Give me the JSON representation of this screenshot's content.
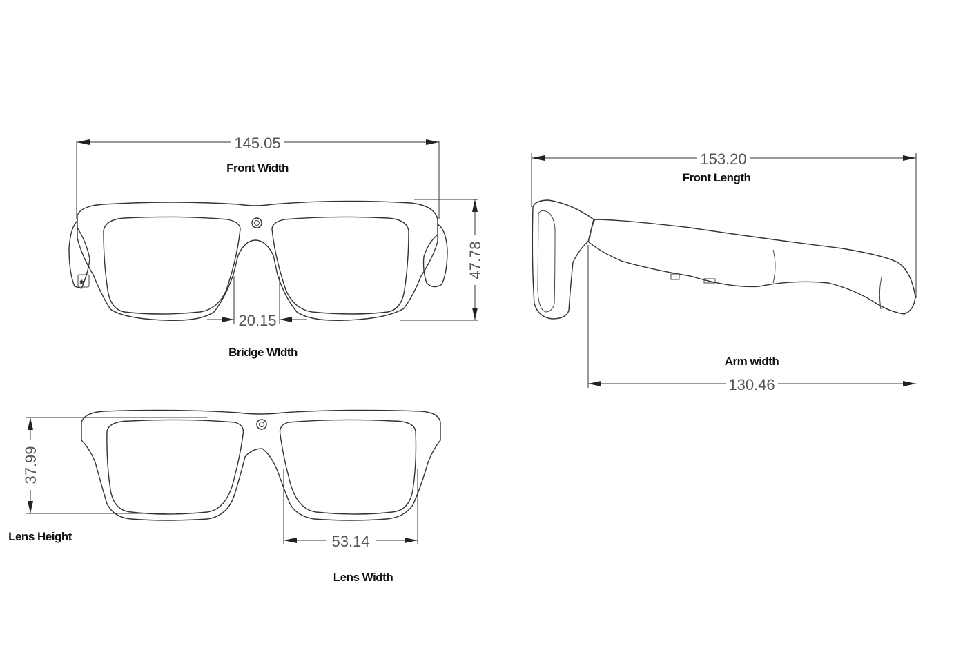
{
  "dimensions": {
    "front_width": {
      "value": "145.05",
      "label": "Front Width"
    },
    "front_height": {
      "value": "47.78"
    },
    "bridge_width": {
      "value": "20.15",
      "label": "Bridge WIdth"
    },
    "front_length": {
      "value": "153.20",
      "label": "Front Length"
    },
    "arm_width": {
      "value": "130.46",
      "label": "Arm width"
    },
    "lens_height": {
      "value": "37.99",
      "label": "Lens Height"
    },
    "lens_width": {
      "value": "53.14",
      "label": "Lens Width"
    }
  },
  "colors": {
    "line": "#333333",
    "dimension_text": "#555555",
    "label_text": "#111111",
    "background": "#ffffff"
  }
}
